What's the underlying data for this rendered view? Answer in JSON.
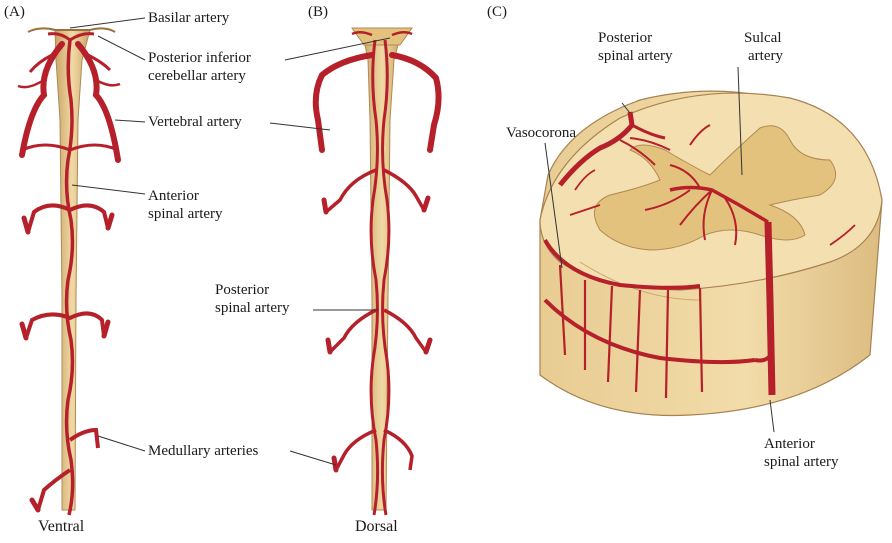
{
  "panels": {
    "a": {
      "letter": "(A)",
      "view": "Ventral"
    },
    "b": {
      "letter": "(B)",
      "view": "Dorsal"
    },
    "c": {
      "letter": "(C)"
    }
  },
  "labels": {
    "basilar": "Basilar artery",
    "pica_1": "Posterior inferior",
    "pica_2": "cerebellar artery",
    "vertebral": "Vertebral artery",
    "anterior_a_1": "Anterior",
    "anterior_a_2": "spinal artery",
    "posterior_b_1": "Posterior",
    "posterior_b_2": "spinal artery",
    "medullary": "Medullary arteries",
    "posterior_c_1": "Posterior",
    "posterior_c_2": "spinal artery",
    "sulcal_1": "Sulcal",
    "sulcal_2": "artery",
    "vasocorona": "Vasocorona",
    "anterior_c_1": "Anterior",
    "anterior_c_2": "spinal artery"
  },
  "colors": {
    "artery": "#b5202a",
    "artery_dark": "#8e1520",
    "cord": "#e9c98f",
    "cord_edge": "#b08a52",
    "white_matter": "#f3dfb0",
    "gray_matter": "#e3c27e",
    "leader": "#333333"
  }
}
